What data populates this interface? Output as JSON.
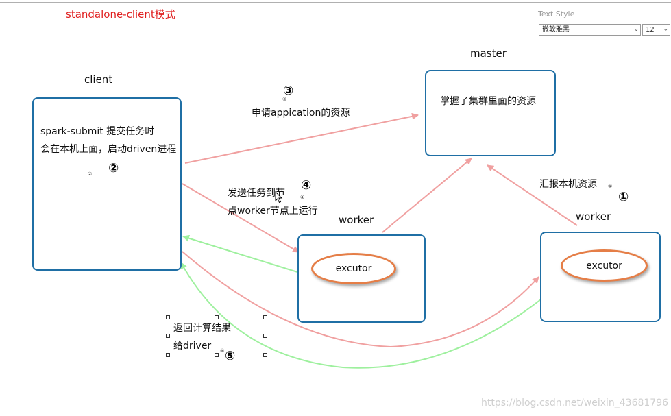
{
  "title": "standalone-client模式",
  "text_style": {
    "label": "Text Style",
    "font_value": "微软雅黑",
    "size_value": "12"
  },
  "nodes": {
    "client": {
      "label": "client",
      "line1": "spark-submit 提交任务时",
      "line2": "会在本机上面，启动driven进程"
    },
    "master": {
      "label": "master",
      "desc": "掌握了集群里面的资源"
    },
    "worker_mid": {
      "label": "worker",
      "executor": "excutor"
    },
    "worker_right": {
      "label": "worker",
      "executor": "excutor"
    }
  },
  "steps": {
    "s1": {
      "marker": "①",
      "text": "汇报本机资源",
      "small": "①"
    },
    "s2": {
      "marker": "②",
      "small": "②"
    },
    "s3": {
      "marker": "③",
      "text": "申请appication的资源",
      "small": "③"
    },
    "s4": {
      "marker": "④",
      "line1": "发送任务到节",
      "line2": "点worker节点上运行",
      "small": "④"
    },
    "s5": {
      "marker": "⑤",
      "line1": "返回计算结果",
      "line2": "给driver",
      "small": "⑤"
    }
  },
  "colors": {
    "title": "#e02020",
    "box_border": "#1f6fa5",
    "red_arrow": "#f0a0a0",
    "green_arrow": "#9ef09e",
    "oval": "#e57e47"
  },
  "watermark": "https://blog.csdn.net/weixin_43681796"
}
